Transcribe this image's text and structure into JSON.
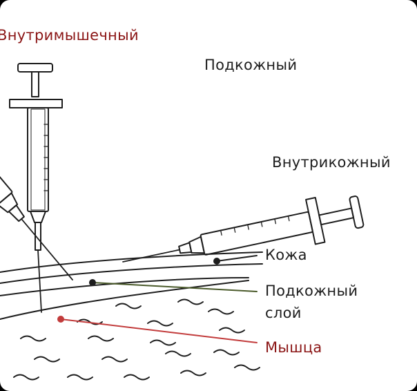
{
  "labels": {
    "intramuscular": "Внутримышечный",
    "subcutaneous": "Подкожный",
    "intradermal": "Внутрикожный",
    "skin": "Кожа",
    "subcutaneous_layer_line1": "Подкожный",
    "subcutaneous_layer_line2": "слой",
    "muscle": "Мышца"
  },
  "colors": {
    "ink": "#1d1d1d",
    "red": "#8a1414",
    "pointer_green": "#4a5a2a",
    "pointer_red": "#c23b3b"
  }
}
